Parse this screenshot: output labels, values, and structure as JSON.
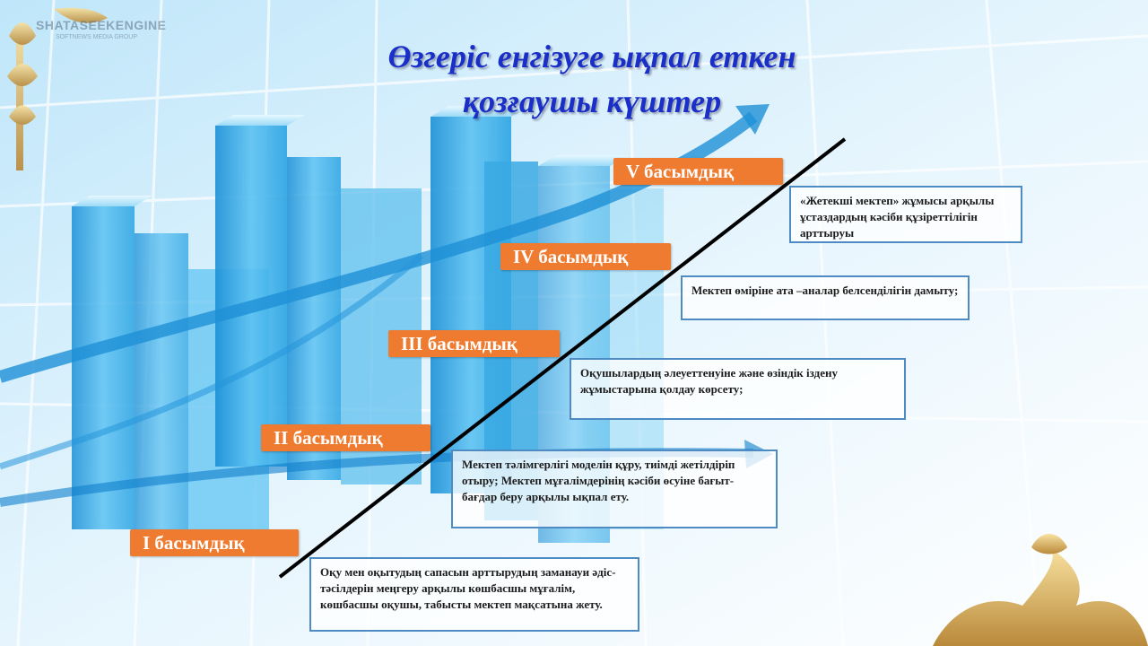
{
  "watermark": {
    "brand": "SHATASEEKENGINE",
    "sub": "SOFTNEWS MEDIA GROUP"
  },
  "title": {
    "line1": "Өзгеріс енгізуге ықпал еткен",
    "line2": "қозғаушы күштер"
  },
  "priorities": [
    {
      "label": "I басымдық",
      "text": "Оқу мен оқытудың сапасын арттырудың заманауи әдіс-тәсілдерін меңгеру арқылы көшбасшы мұғалім, көшбасшы оқушы, табысты мектеп мақсатына жету."
    },
    {
      "label": "II басымдық",
      "text": "Мектеп тәлімгерлігі моделін құру, тиімді жетілдіріп отыру; Мектеп мұғалімдерінің кәсіби өсуіне бағыт-бағдар беру арқылы ықпал ету."
    },
    {
      "label": "III басымдық",
      "text": "Оқушылардың әлеуеттенуіне  және өзіндік іздену жұмыстарына қолдау көрсету;"
    },
    {
      "label": "IV басымдық",
      "text": "Мектеп өміріне ата –аналар белсенділігін дамыту;"
    },
    {
      "label": "V басымдық",
      "text": "«Жетекші мектеп» жұмысы арқылы ұстаздардың кәсіби құзіреттілігін арттыруы"
    }
  ],
  "colors": {
    "label_bg": "#ee7b30",
    "title": "#1a2fc8",
    "box_border": "#4e8bc2"
  }
}
